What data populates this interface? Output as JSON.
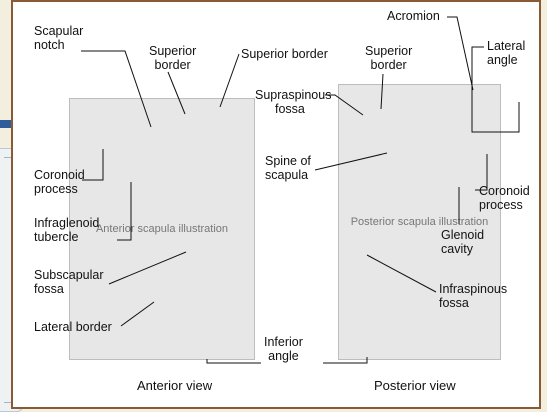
{
  "image_placeholders": {
    "anterior": "Anterior scapula illustration",
    "posterior": "Posterior scapula illustration"
  },
  "labels": {
    "scapular_notch": [
      "Scapular",
      "notch"
    ],
    "superior_border_left": [
      "Superior",
      "border"
    ],
    "superior_border_center": "Superior border",
    "superior_border_right": [
      "Superior",
      "border"
    ],
    "acromion": "Acromion",
    "lateral_angle": [
      "Lateral",
      "angle"
    ],
    "supraspinous_fossa": [
      "Supraspinous",
      "fossa"
    ],
    "spine_of_scapula": [
      "Spine of",
      "scapula"
    ],
    "coronoid_process_left": [
      "Coronoid",
      "process"
    ],
    "coronoid_process_right": [
      "Coronoid",
      "process"
    ],
    "infraglenoid_tubercle": [
      "Infraglenoid",
      "tubercle"
    ],
    "subscapular_fossa": [
      "Subscapular",
      "fossa"
    ],
    "glenoid_cavity": [
      "Glenoid",
      "cavity"
    ],
    "infraspinous_fossa": [
      "Infraspinous",
      "fossa"
    ],
    "lateral_border": "Lateral border",
    "inferior_angle": [
      "Inferior",
      "angle"
    ]
  },
  "views": {
    "anterior": "Anterior view",
    "posterior": "Posterior view"
  }
}
